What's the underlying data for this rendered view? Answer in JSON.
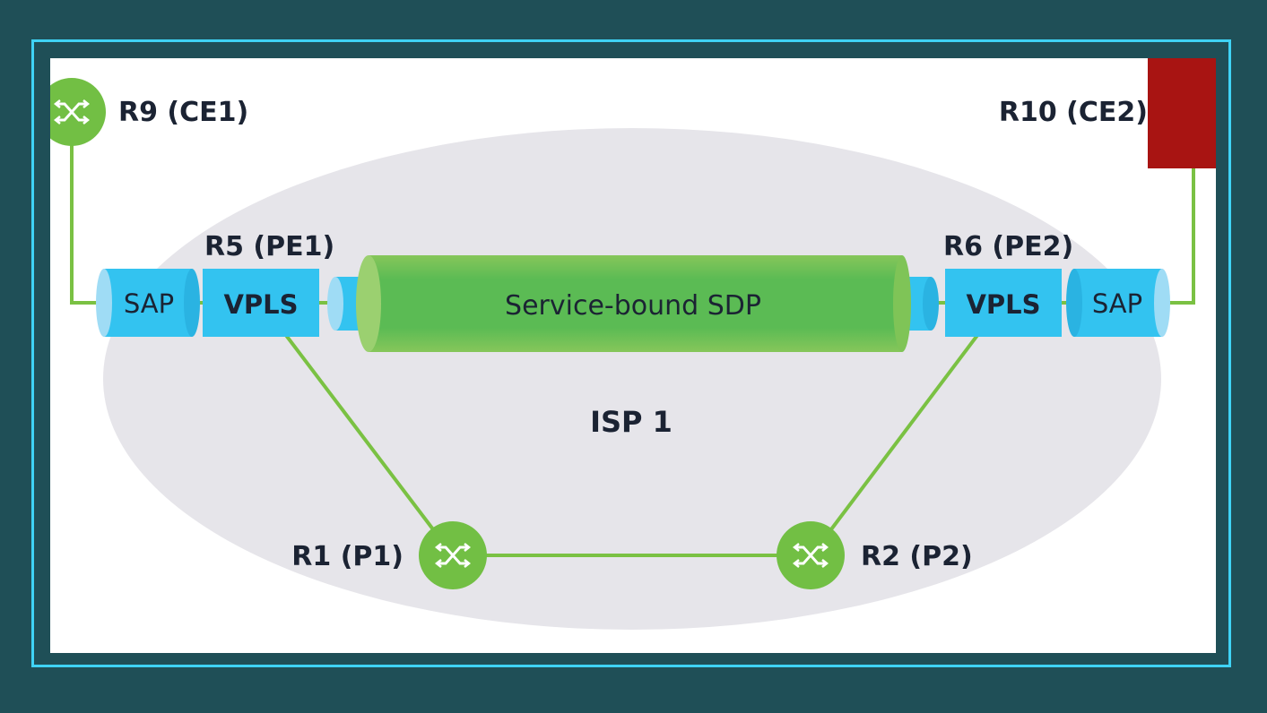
{
  "colors": {
    "background": "#1f4f57",
    "frame": "#3fd3f5",
    "isp_cloud": "#e6e5ea",
    "link": "#7ac143",
    "router": "#72bf44",
    "interface": "#33c3f0",
    "sdp_tunnel": "#6cbf5a",
    "red_tag": "#a81412"
  },
  "routers": {
    "r9": {
      "label": "R9 (CE1)"
    },
    "r10": {
      "label": "R10 (CE2)"
    },
    "r1": {
      "label": "R1 (P1)"
    },
    "r2": {
      "label": "R2 (P2)"
    },
    "r5": {
      "label": "R5 (PE1)"
    },
    "r6": {
      "label": "R6 (PE2)"
    }
  },
  "boxes": {
    "sap_left": "SAP",
    "vpls_left": "VPLS",
    "sdp": "Service-bound SDP",
    "vpls_right": "VPLS",
    "sap_right": "SAP"
  },
  "isp": {
    "label": "ISP 1"
  }
}
